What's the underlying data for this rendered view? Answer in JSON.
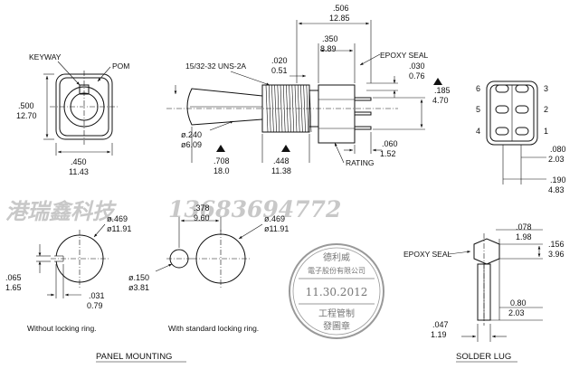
{
  "labels": {
    "keyway": "KEYWAY",
    "pom": "POM",
    "thread": "15/32-32 UNS-2A",
    "epoxy_seal": "EPOXY SEAL",
    "rating": "RATING",
    "epoxy_seal_lug": "EPOXY SEAL",
    "without_ring": "Without locking ring.",
    "with_ring": "With standard locking ring.",
    "panel_mounting": "PANEL   MOUNTING",
    "solder_lug": "SOLDER LUG"
  },
  "dims": {
    "front_h_in": ".500",
    "front_h_mm": "12.70",
    "front_w_in": ".450",
    "front_w_mm": "11.43",
    "total_in": ".506",
    "total_mm": "12.85",
    "body_in": ".350",
    "body_mm": "8.89",
    "thread_gap_in": ".020",
    "thread_gap_mm": "0.51",
    "seal_in": ".030",
    "seal_mm": "0.76",
    "pin_len_in": ".185",
    "pin_len_mm": "4.70",
    "dia_bush_in": "ø.240",
    "dia_bush_mm": "ø6.09",
    "lever_in": ".708",
    "lever_mm": "18.0",
    "bush_len_in": ".448",
    "bush_len_mm": "11.38",
    "pin_gap_in": ".060",
    "pin_gap_mm": "1.52",
    "pitch_in": ".080",
    "pitch_mm": "2.03",
    "pitch2_in": ".190",
    "pitch2_mm": "4.83",
    "hole1_in": "ø.469",
    "hole1_mm": "ø11.91",
    "flat_in": ".065",
    "flat_mm": "1.65",
    "key_in": ".031",
    "key_mm": "0.79",
    "hole2_in": "ø.469",
    "hole2_mm": "ø11.91",
    "ring_in": ".378",
    "ring_mm": "9.60",
    "pin_dia_in": "ø.150",
    "pin_dia_mm": "ø3.81",
    "lug_w_in": ".078",
    "lug_w_mm": "1.98",
    "lug_h_in": ".156",
    "lug_h_mm": "3.96",
    "lug_t_in": "0.80",
    "lug_t_mm": "2.03",
    "lug_b_in": ".047",
    "lug_b_mm": "1.19"
  },
  "pins": [
    "6",
    "5",
    "4",
    "3",
    "2",
    "1"
  ],
  "watermark": {
    "company": "港瑞鑫科技",
    "phone": "13683694772"
  },
  "stamp": {
    "top": "德利威",
    "company": "電子股份有限公司",
    "date": "11.30.2012",
    "dept": "工程管制",
    "seal": "發圖章"
  }
}
